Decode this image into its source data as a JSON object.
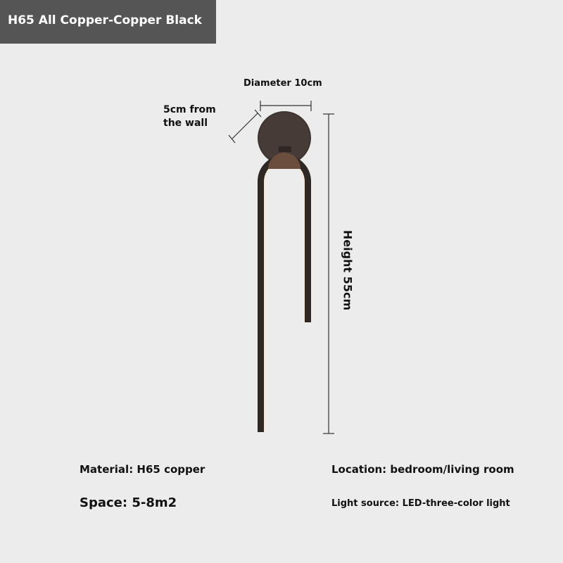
{
  "header": {
    "title": "H65 All Copper-Copper Black"
  },
  "dimensions": {
    "diameter": "Diameter 10cm",
    "wall_distance": "5cm from the wall",
    "height": "Height 55cm"
  },
  "specs": {
    "material": "Material: H65 copper",
    "location": "Location: bedroom/living room",
    "space": "Space: 5-8m2",
    "light_source": "Light source: LED-three-color light"
  },
  "colors": {
    "background": "#ececec",
    "title_bar": "#555555",
    "lamp_body": "#3a302b",
    "lamp_glow": "#f5e9d8"
  }
}
